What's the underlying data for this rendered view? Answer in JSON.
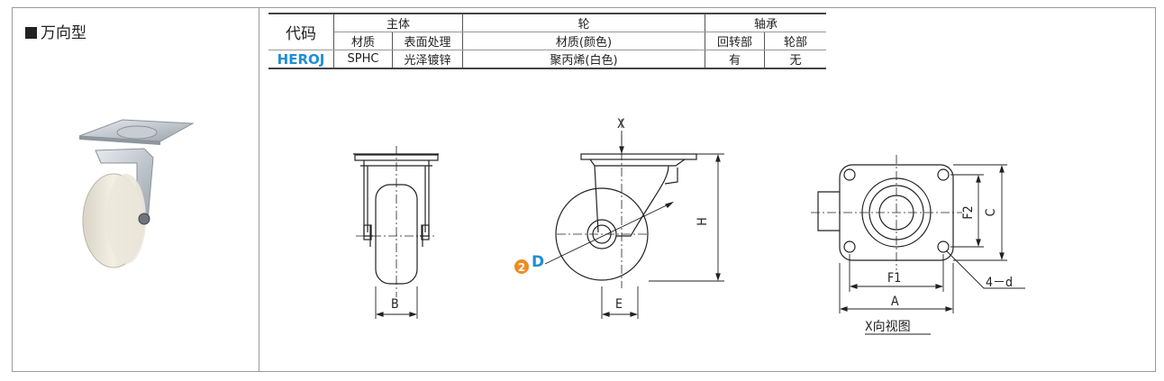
{
  "section": {
    "title": "万向型"
  },
  "table": {
    "head_code": "代码",
    "groups": {
      "main_body": "主体",
      "wheel": "轮",
      "bearing": "轴承"
    },
    "subheads": {
      "material": "材质",
      "surface": "表面处理",
      "wheel_material": "材质(颜色)",
      "swivel": "回转部",
      "wheel_part": "轮部"
    },
    "row": {
      "code": "HEROJ",
      "material": "SPHC",
      "surface": "光泽镀锌",
      "wheel_material": "聚丙烯(白色)",
      "swivel": "有",
      "wheel_part": "无"
    }
  },
  "drawing": {
    "front_width": "B",
    "side_top": "X",
    "side_height": "H",
    "side_offset": "E",
    "diameter_badge": "2",
    "diameter": "D",
    "top_f1": "F1",
    "top_a": "A",
    "top_f2": "F2",
    "top_c": "C",
    "holes": "4－d",
    "view_caption": "X向视图"
  },
  "colors": {
    "model_code": "#1c8fd6",
    "badge": "#f08a24",
    "d_label": "#1c8fd6"
  }
}
